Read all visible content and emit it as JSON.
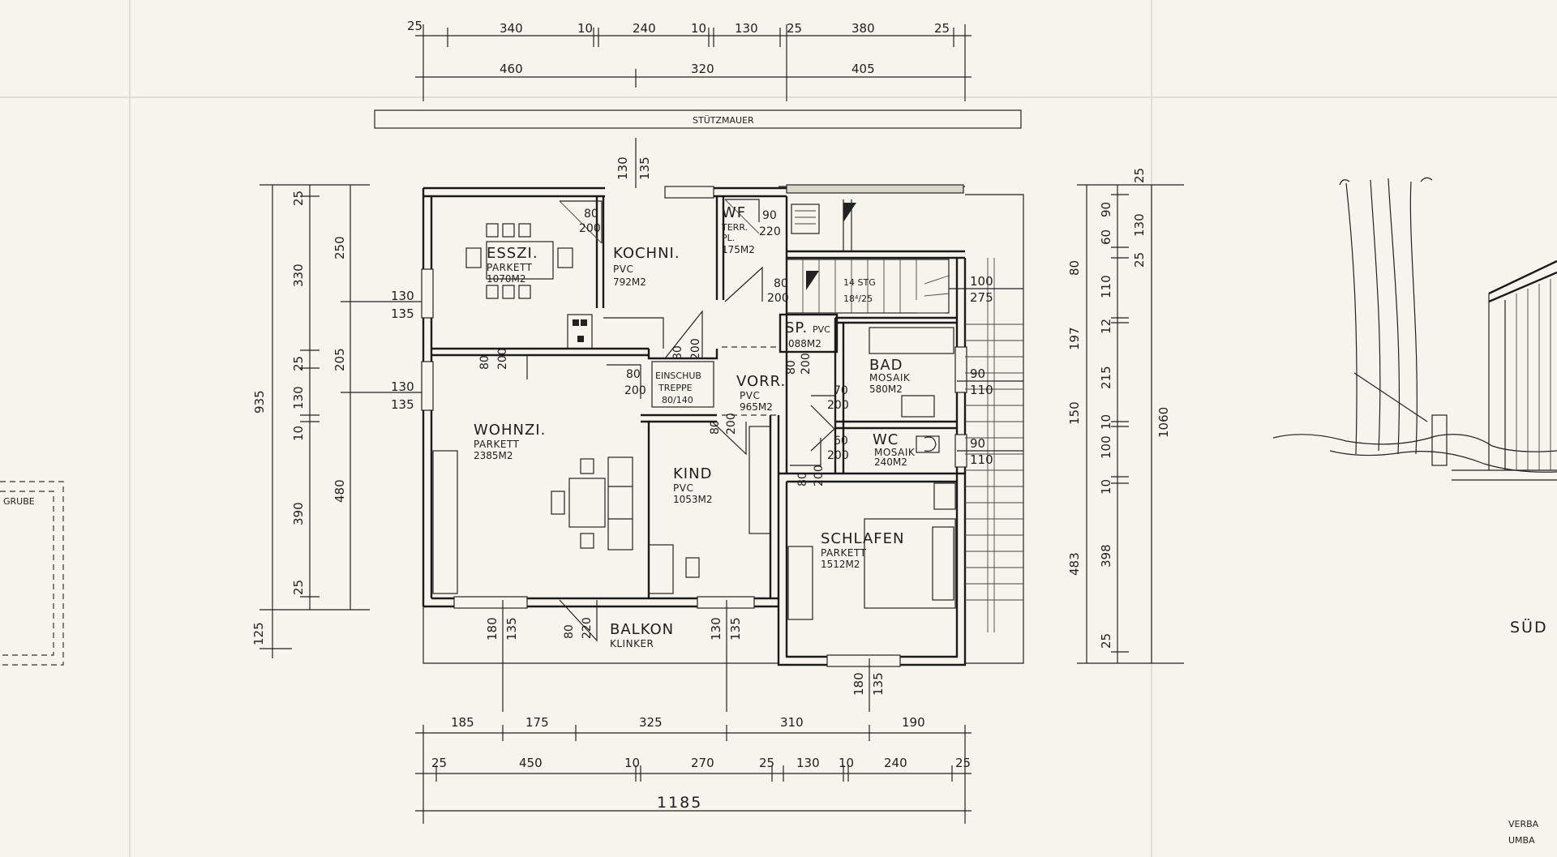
{
  "top_dims_row1": [
    "25",
    "340",
    "10",
    "240",
    "10",
    "130",
    "25",
    "380",
    "25"
  ],
  "top_dims_row2": [
    "460",
    "320",
    "405"
  ],
  "retaining_wall": "STÜTZMAUER",
  "left_outer_dims": [
    "25",
    "330",
    "25",
    "130",
    "10",
    "390",
    "25"
  ],
  "left_total": "935",
  "left_inner_dims": [
    "250",
    "205",
    "480"
  ],
  "left_bottom": "125",
  "window_left": [
    {
      "a": "130",
      "b": "135"
    },
    {
      "a": "130",
      "b": "135"
    }
  ],
  "top_window": {
    "a": "130",
    "b": "135"
  },
  "right_inner_dims": [
    "90",
    "60",
    "80",
    "110",
    "12",
    "215",
    "10",
    "100",
    "10",
    "398",
    "25"
  ],
  "right_mid_dims": [
    "25",
    "130",
    "25",
    "197",
    "150",
    "483"
  ],
  "right_total": "1060",
  "rooms": {
    "esszi": {
      "name": "ESSZI.",
      "floor": "PARKETT",
      "area": "1070M2"
    },
    "kochni": {
      "name": "KOCHNI.",
      "floor": "PVC",
      "area": "792M2"
    },
    "wf": {
      "name": "WF",
      "floor": "TERR.",
      "floor2": "PL.",
      "area": "175M2"
    },
    "wohnzi": {
      "name": "WOHNZI.",
      "floor": "PARKETT",
      "area": "2385M2"
    },
    "vorr": {
      "name": "VORR.",
      "floor": "PVC",
      "area": "965M2"
    },
    "sp": {
      "name": "SP.",
      "floor": "PVC",
      "area": "088M2"
    },
    "bad": {
      "name": "BAD",
      "floor": "MOSAIK",
      "area": "580M2"
    },
    "wc": {
      "name": "WC",
      "floor": "MOSAIK",
      "area": "240M2"
    },
    "kind": {
      "name": "KIND",
      "floor": "PVC",
      "area": "1053M2"
    },
    "schlafen": {
      "name": "SCHLAFEN",
      "floor": "PARKETT",
      "area": "1512M2"
    },
    "balkon": {
      "name": "BALKON",
      "floor": "KLINKER"
    }
  },
  "stairs": {
    "line1": "14 STG",
    "line2": "18⁴/25"
  },
  "einschub": {
    "line1": "EINSCHUB",
    "line2": "TREPPE",
    "line3": "80/140"
  },
  "doors": {
    "esszi": {
      "a": "80",
      "b": "200"
    },
    "wf": {
      "a": "90",
      "b": "220"
    },
    "stair": {
      "a": "80",
      "b": "200"
    },
    "wohn_top": {
      "a": "80",
      "b": "200"
    },
    "kochni_bottom": {
      "a": "80",
      "b": "200"
    },
    "wohn_right": {
      "a": "80",
      "b": "200"
    },
    "sp": {
      "a": "80",
      "b": "200"
    },
    "bad": {
      "a": "70",
      "b": "200"
    },
    "wc": {
      "a": "60",
      "b": "200"
    },
    "kind": {
      "a": "80",
      "b": "200"
    },
    "schlafen": {
      "a": "80",
      "b": "200"
    },
    "balkon": {
      "a": "80",
      "b": "220"
    }
  },
  "stair_right": {
    "a": "100",
    "b": "275"
  },
  "bad_window": {
    "a": "90",
    "b": "110"
  },
  "wc_window": {
    "a": "90",
    "b": "110"
  },
  "bottom_windows": [
    {
      "a": "180",
      "b": "135"
    },
    {
      "a": "130",
      "b": "135"
    },
    {
      "a": "180",
      "b": "135"
    }
  ],
  "bottom_dims_row1": [
    "185",
    "175",
    "325",
    "310",
    "190"
  ],
  "bottom_dims_row2": [
    "25",
    "450",
    "10",
    "270",
    "25",
    "130",
    "10",
    "240",
    "25"
  ],
  "bottom_total": "1185",
  "left_edge_label": "GRUBE",
  "right_partial": {
    "sued": "SÜD",
    "verba": "VERBA",
    "umba": "UMBA"
  }
}
